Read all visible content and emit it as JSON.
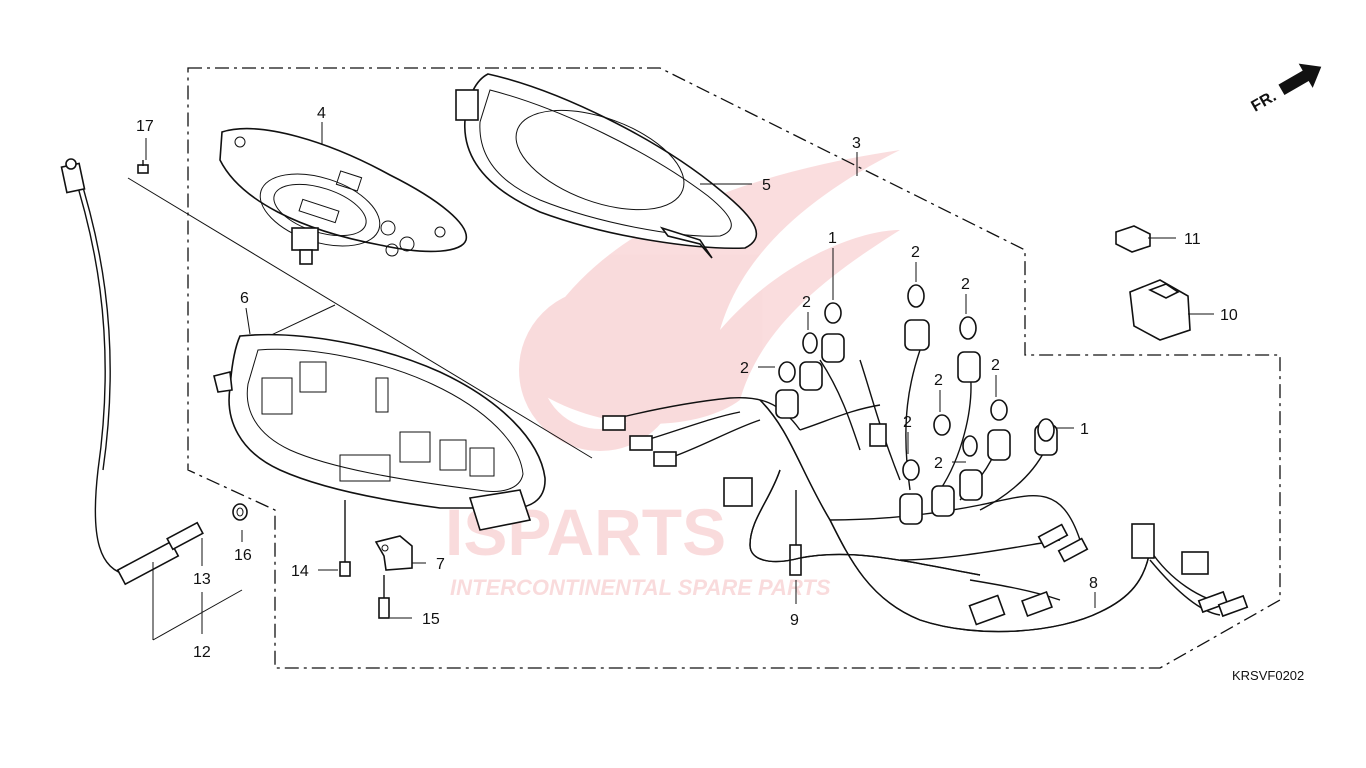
{
  "diagram": {
    "code": "KRSVF0202",
    "direction_label": "FR.",
    "watermark": {
      "brand": "ISPARTS",
      "tagline": "INTERCONTINENTAL SPARE PARTS",
      "color": "#e0292f"
    },
    "callouts": [
      "17",
      "4",
      "3",
      "5",
      "6",
      "11",
      "10",
      "1",
      "2",
      "16",
      "13",
      "12",
      "14",
      "7",
      "15",
      "9",
      "8"
    ]
  }
}
